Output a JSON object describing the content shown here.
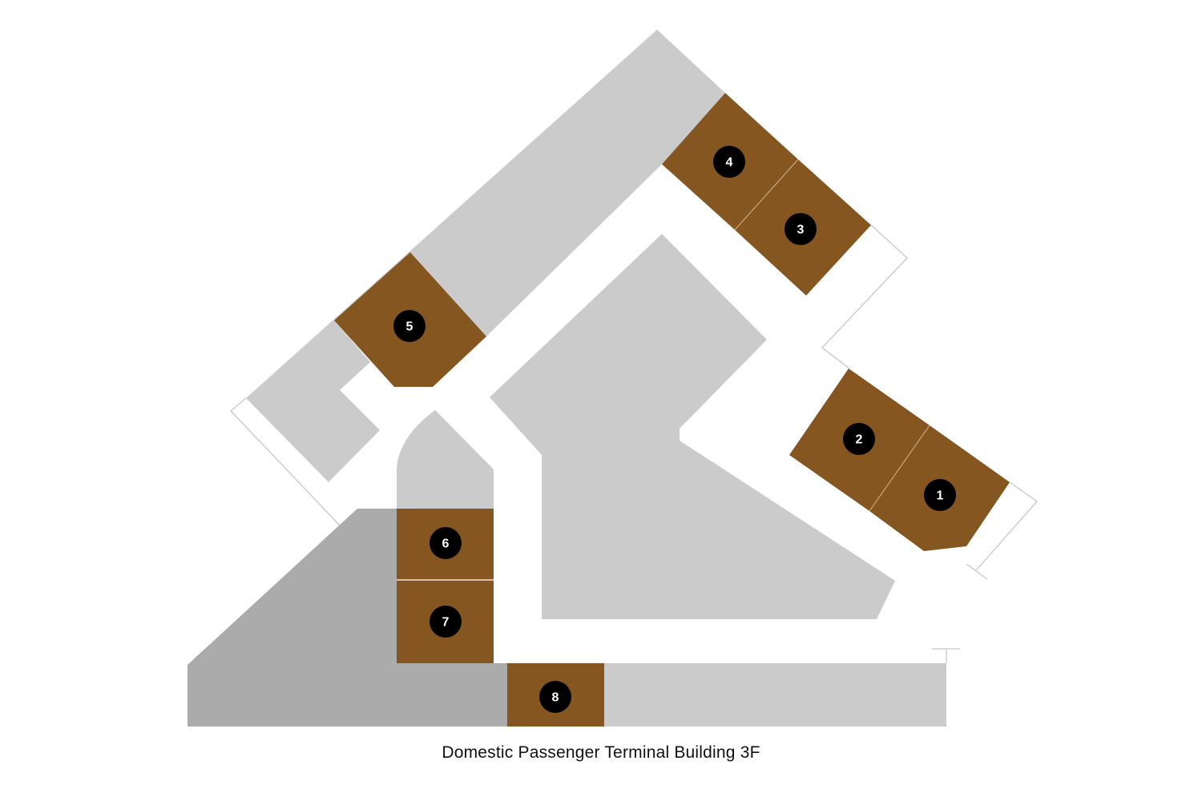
{
  "caption": "Domestic Passenger Terminal Building 3F",
  "colors": {
    "shop": "#85561f",
    "area_light": "#cbcbcb",
    "area_dark": "#ababab",
    "marker": "#000000",
    "marker_text": "#ffffff",
    "outline": "#c8c8c8"
  },
  "shops": [
    {
      "number": "1",
      "label": "1"
    },
    {
      "number": "2",
      "label": "2"
    },
    {
      "number": "3",
      "label": "3"
    },
    {
      "number": "4",
      "label": "4"
    },
    {
      "number": "5",
      "label": "5"
    },
    {
      "number": "6",
      "label": "6"
    },
    {
      "number": "7",
      "label": "7"
    },
    {
      "number": "8",
      "label": "8"
    }
  ]
}
